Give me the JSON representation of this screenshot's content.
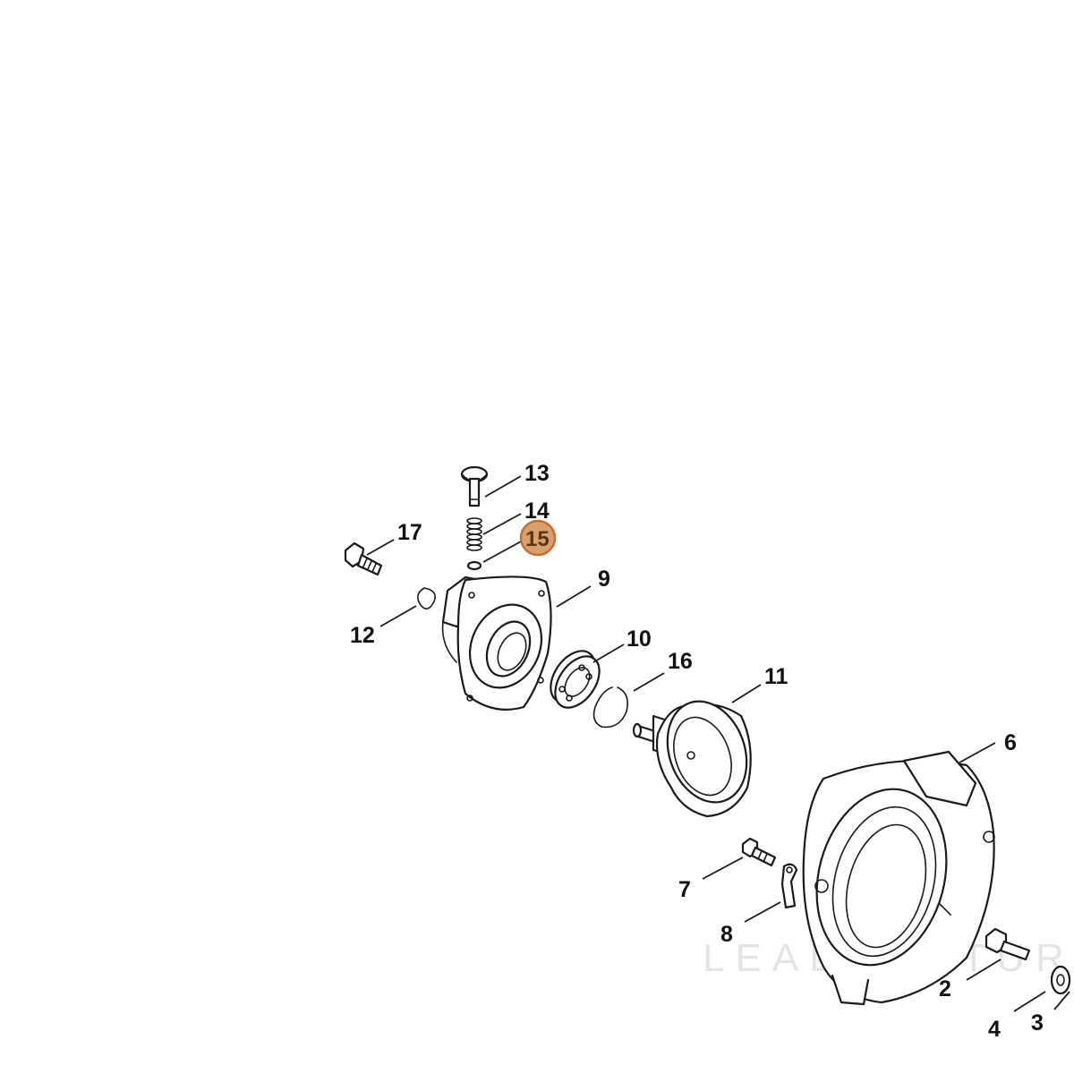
{
  "watermark": {
    "text": "LEADVENTURE"
  },
  "highlight": {
    "label": "15",
    "fill": "#d9a06e",
    "stroke": "#c4702e"
  },
  "callouts": {
    "c13": "13",
    "c14": "14",
    "c15": "15",
    "c17": "17",
    "c9": "9",
    "c12": "12",
    "c10": "10",
    "c16": "16",
    "c11": "11",
    "c6": "6",
    "c7": "7",
    "c8": "8",
    "c2": "2",
    "c4": "4",
    "c3": "3"
  }
}
